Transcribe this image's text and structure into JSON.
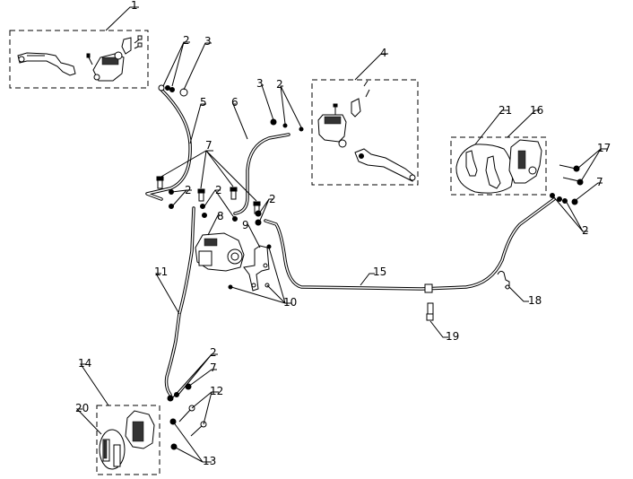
{
  "diagram": {
    "type": "exploded parts diagram",
    "subject": "brake system (hydraulic lines, master cylinders, calipers, ABS unit)",
    "callouts": [
      {
        "id": "c1",
        "label": "1",
        "part": "rear brake master cylinder assembly (left lever)"
      },
      {
        "id": "c2a",
        "label": "2",
        "part": "washer"
      },
      {
        "id": "c3a",
        "label": "3",
        "part": "banjo bolt"
      },
      {
        "id": "c4",
        "label": "4",
        "part": "front brake master cylinder assembly (right lever)"
      },
      {
        "id": "c5",
        "label": "5",
        "part": "brake hose"
      },
      {
        "id": "c6",
        "label": "6",
        "part": "brake hose"
      },
      {
        "id": "c3b",
        "label": "3",
        "part": "banjo bolt"
      },
      {
        "id": "c2b",
        "label": "2",
        "part": "washer"
      },
      {
        "id": "c7a",
        "label": "7",
        "part": "banjo bolt"
      },
      {
        "id": "c2c",
        "label": "2",
        "part": "washer"
      },
      {
        "id": "c2d",
        "label": "2",
        "part": "washer"
      },
      {
        "id": "c2e",
        "label": "2",
        "part": "washer"
      },
      {
        "id": "c8",
        "label": "8",
        "part": "ABS modulator unit"
      },
      {
        "id": "c9",
        "label": "9",
        "part": "ABS mounting bracket"
      },
      {
        "id": "c10",
        "label": "10",
        "part": "bolt"
      },
      {
        "id": "c11",
        "label": "11",
        "part": "brake hose"
      },
      {
        "id": "c15",
        "label": "15",
        "part": "brake pipe"
      },
      {
        "id": "c21",
        "label": "21",
        "part": "brake pads"
      },
      {
        "id": "c16",
        "label": "16",
        "part": "rear brake caliper assembly"
      },
      {
        "id": "c17",
        "label": "17",
        "part": "caliper bolt"
      },
      {
        "id": "c7b",
        "label": "7",
        "part": "banjo bolt"
      },
      {
        "id": "c2f",
        "label": "2",
        "part": "washer"
      },
      {
        "id": "c18",
        "label": "18",
        "part": "hose clip"
      },
      {
        "id": "c19",
        "label": "19",
        "part": "hose clamp"
      },
      {
        "id": "c14",
        "label": "14",
        "part": "front brake caliper assembly"
      },
      {
        "id": "c20",
        "label": "20",
        "part": "brake pads"
      },
      {
        "id": "c2g",
        "label": "2",
        "part": "washer"
      },
      {
        "id": "c7c",
        "label": "7",
        "part": "banjo bolt"
      },
      {
        "id": "c12",
        "label": "12",
        "part": "caliper bolt"
      },
      {
        "id": "c13",
        "label": "13",
        "part": "washer"
      }
    ]
  }
}
